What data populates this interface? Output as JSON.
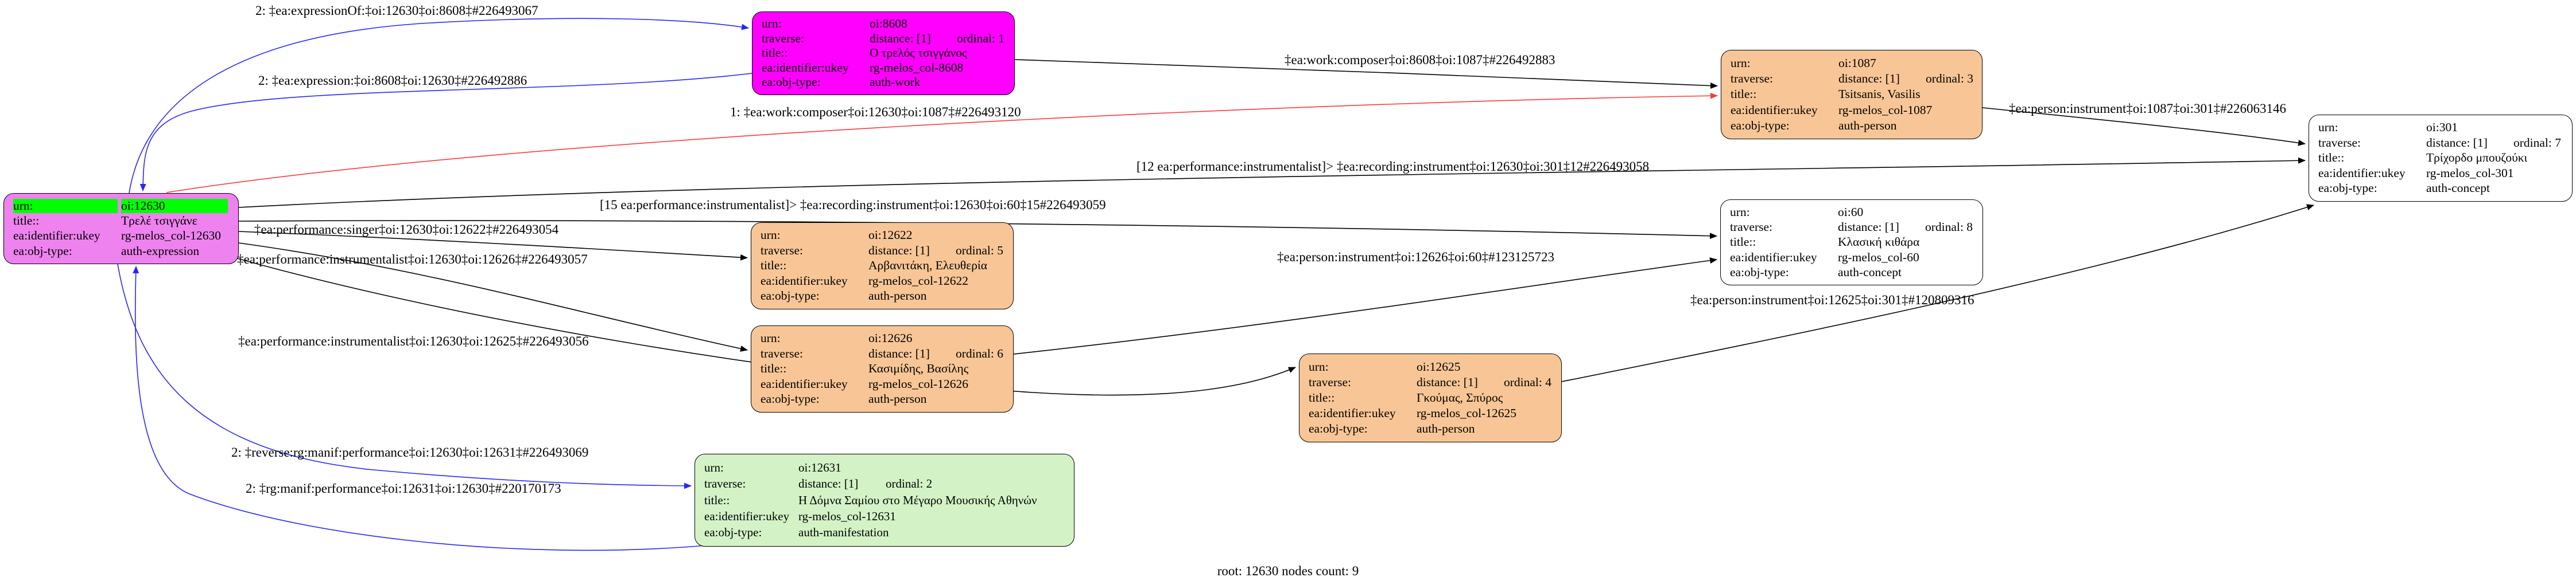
{
  "graph": {
    "footer": "root: 12630 nodes count: 9",
    "colors": {
      "highlight_green": "#00ff00",
      "expression_violet": "#ee82ee",
      "work_magenta": "#ff00ff",
      "person_orange": "#f8c696",
      "concept_white": "#ffffff",
      "manifestation_green": "#d3f3c6",
      "edge_blue": "#2727f5",
      "edge_red": "#f93b3b",
      "edge_black": "#000000"
    },
    "nodes": [
      {
        "id": "oi:12630",
        "color": "#ee82ee",
        "rows": [
          {
            "k": "urn:",
            "v": "oi:12630"
          },
          {
            "k": "title::",
            "v": "Τρελέ τσιγγάνε"
          },
          {
            "k": "ea:identifier:ukey",
            "v": "rg-melos_col-12630"
          },
          {
            "k": "ea:obj-type:",
            "v": "auth-expression"
          }
        ]
      },
      {
        "id": "oi:8608",
        "color": "#ff00ff",
        "rows": [
          {
            "k": "urn:",
            "v": "oi:8608"
          },
          {
            "k": "traverse:",
            "v": "distance: [1]",
            "v2": "ordinal: 1"
          },
          {
            "k": "title::",
            "v": "Ο τρελός τσιγγάνος"
          },
          {
            "k": "ea:identifier:ukey",
            "v": "rg-melos_col-8608"
          },
          {
            "k": "ea:obj-type:",
            "v": "auth-work"
          }
        ]
      },
      {
        "id": "oi:1087",
        "color": "#f8c696",
        "rows": [
          {
            "k": "urn:",
            "v": "oi:1087"
          },
          {
            "k": "traverse:",
            "v": "distance: [1]",
            "v2": "ordinal: 3"
          },
          {
            "k": "title::",
            "v": "Tsitsanis, Vasilis"
          },
          {
            "k": "ea:identifier:ukey",
            "v": "rg-melos_col-1087"
          },
          {
            "k": "ea:obj-type:",
            "v": "auth-person"
          }
        ]
      },
      {
        "id": "oi:301",
        "color": "#ffffff",
        "rows": [
          {
            "k": "urn:",
            "v": "oi:301"
          },
          {
            "k": "traverse:",
            "v": "distance: [1]",
            "v2": "ordinal: 7"
          },
          {
            "k": "title::",
            "v": "Τρίχορδο μπουζούκι"
          },
          {
            "k": "ea:identifier:ukey",
            "v": "rg-melos_col-301"
          },
          {
            "k": "ea:obj-type:",
            "v": "auth-concept"
          }
        ]
      },
      {
        "id": "oi:60",
        "color": "#ffffff",
        "rows": [
          {
            "k": "urn:",
            "v": "oi:60"
          },
          {
            "k": "traverse:",
            "v": "distance: [1]",
            "v2": "ordinal: 8"
          },
          {
            "k": "title::",
            "v": "Κλασική κιθάρα"
          },
          {
            "k": "ea:identifier:ukey",
            "v": "rg-melos_col-60"
          },
          {
            "k": "ea:obj-type:",
            "v": "auth-concept"
          }
        ]
      },
      {
        "id": "oi:12622",
        "color": "#f8c696",
        "rows": [
          {
            "k": "urn:",
            "v": "oi:12622"
          },
          {
            "k": "traverse:",
            "v": "distance: [1]",
            "v2": "ordinal: 5"
          },
          {
            "k": "title::",
            "v": "Αρβανιτάκη, Ελευθερία"
          },
          {
            "k": "ea:identifier:ukey",
            "v": "rg-melos_col-12622"
          },
          {
            "k": "ea:obj-type:",
            "v": "auth-person"
          }
        ]
      },
      {
        "id": "oi:12626",
        "color": "#f8c696",
        "rows": [
          {
            "k": "urn:",
            "v": "oi:12626"
          },
          {
            "k": "traverse:",
            "v": "distance: [1]",
            "v2": "ordinal: 6"
          },
          {
            "k": "title::",
            "v": "Κασιμίδης, Βασίλης"
          },
          {
            "k": "ea:identifier:ukey",
            "v": "rg-melos_col-12626"
          },
          {
            "k": "ea:obj-type:",
            "v": "auth-person"
          }
        ]
      },
      {
        "id": "oi:12625",
        "color": "#f8c696",
        "rows": [
          {
            "k": "urn:",
            "v": "oi:12625"
          },
          {
            "k": "traverse:",
            "v": "distance: [1]",
            "v2": "ordinal: 4"
          },
          {
            "k": "title::",
            "v": "Γκούμας, Σπύρος"
          },
          {
            "k": "ea:identifier:ukey",
            "v": "rg-melos_col-12625"
          },
          {
            "k": "ea:obj-type:",
            "v": "auth-person"
          }
        ]
      },
      {
        "id": "oi:12631",
        "color": "#d3f3c6",
        "rows": [
          {
            "k": "urn:",
            "v": "oi:12631"
          },
          {
            "k": "traverse:",
            "v": "distance: [1]",
            "v2": "ordinal: 2"
          },
          {
            "k": "title::",
            "v": "Η Δόμνα Σαμίου στο Μέγαρο Μουσικής Αθηνών"
          },
          {
            "k": "ea:identifier:ukey",
            "v": "rg-melos_col-12631"
          },
          {
            "k": "ea:obj-type:",
            "v": "auth-manifestation"
          }
        ]
      }
    ],
    "edges": [
      {
        "from": "oi:12630",
        "to": "oi:8608",
        "color": "#2727f5",
        "label": "2: ‡ea:expressionOf:‡oi:12630‡oi:8608‡#226493067"
      },
      {
        "from": "oi:8608",
        "to": "oi:12630",
        "color": "#2727f5",
        "label": "2: ‡ea:expression:‡oi:8608‡oi:12630‡#226492886"
      },
      {
        "from": "oi:12630",
        "to": "oi:1087",
        "color": "#f93b3b",
        "label": "1: ‡ea:work:composer‡oi:12630‡oi:1087‡#226493120"
      },
      {
        "from": "oi:8608",
        "to": "oi:1087",
        "color": "#000000",
        "label": "‡ea:work:composer‡oi:8608‡oi:1087‡#226492883"
      },
      {
        "from": "oi:1087",
        "to": "oi:301",
        "color": "#000000",
        "label": "‡ea:person:instrument‡oi:1087‡oi:301‡#226063146"
      },
      {
        "from": "oi:12630",
        "to": "oi:301",
        "color": "#000000",
        "label": "[12 ea:performance:instrumentalist]> ‡ea:recording:instrument‡oi:12630‡oi:301‡12#226493058"
      },
      {
        "from": "oi:12630",
        "to": "oi:60",
        "color": "#000000",
        "label": "[15 ea:performance:instrumentalist]> ‡ea:recording:instrument‡oi:12630‡oi:60‡15#226493059"
      },
      {
        "from": "oi:12630",
        "to": "oi:12622",
        "color": "#000000",
        "label": "‡ea:performance:singer‡oi:12630‡oi:12622‡#226493054"
      },
      {
        "from": "oi:12630",
        "to": "oi:12626",
        "color": "#000000",
        "label": "‡ea:performance:instrumentalist‡oi:12630‡oi:12626‡#226493057"
      },
      {
        "from": "oi:12630",
        "to": "oi:12625",
        "color": "#000000",
        "label": "‡ea:performance:instrumentalist‡oi:12630‡oi:12625‡#226493056"
      },
      {
        "from": "oi:12626",
        "to": "oi:60",
        "color": "#000000",
        "label": "‡ea:person:instrument‡oi:12626‡oi:60‡#123125723"
      },
      {
        "from": "oi:12625",
        "to": "oi:301",
        "color": "#000000",
        "label": "‡ea:person:instrument‡oi:12625‡oi:301‡#120809316"
      },
      {
        "from": "oi:12630",
        "to": "oi:12631",
        "color": "#2727f5",
        "label": "2: ‡reverse:rg:manif:performance‡oi:12630‡oi:12631‡#226493069"
      },
      {
        "from": "oi:12631",
        "to": "oi:12630",
        "color": "#2727f5",
        "label": "2: ‡rg:manif:performance‡oi:12631‡oi:12630‡#220170173"
      }
    ]
  }
}
